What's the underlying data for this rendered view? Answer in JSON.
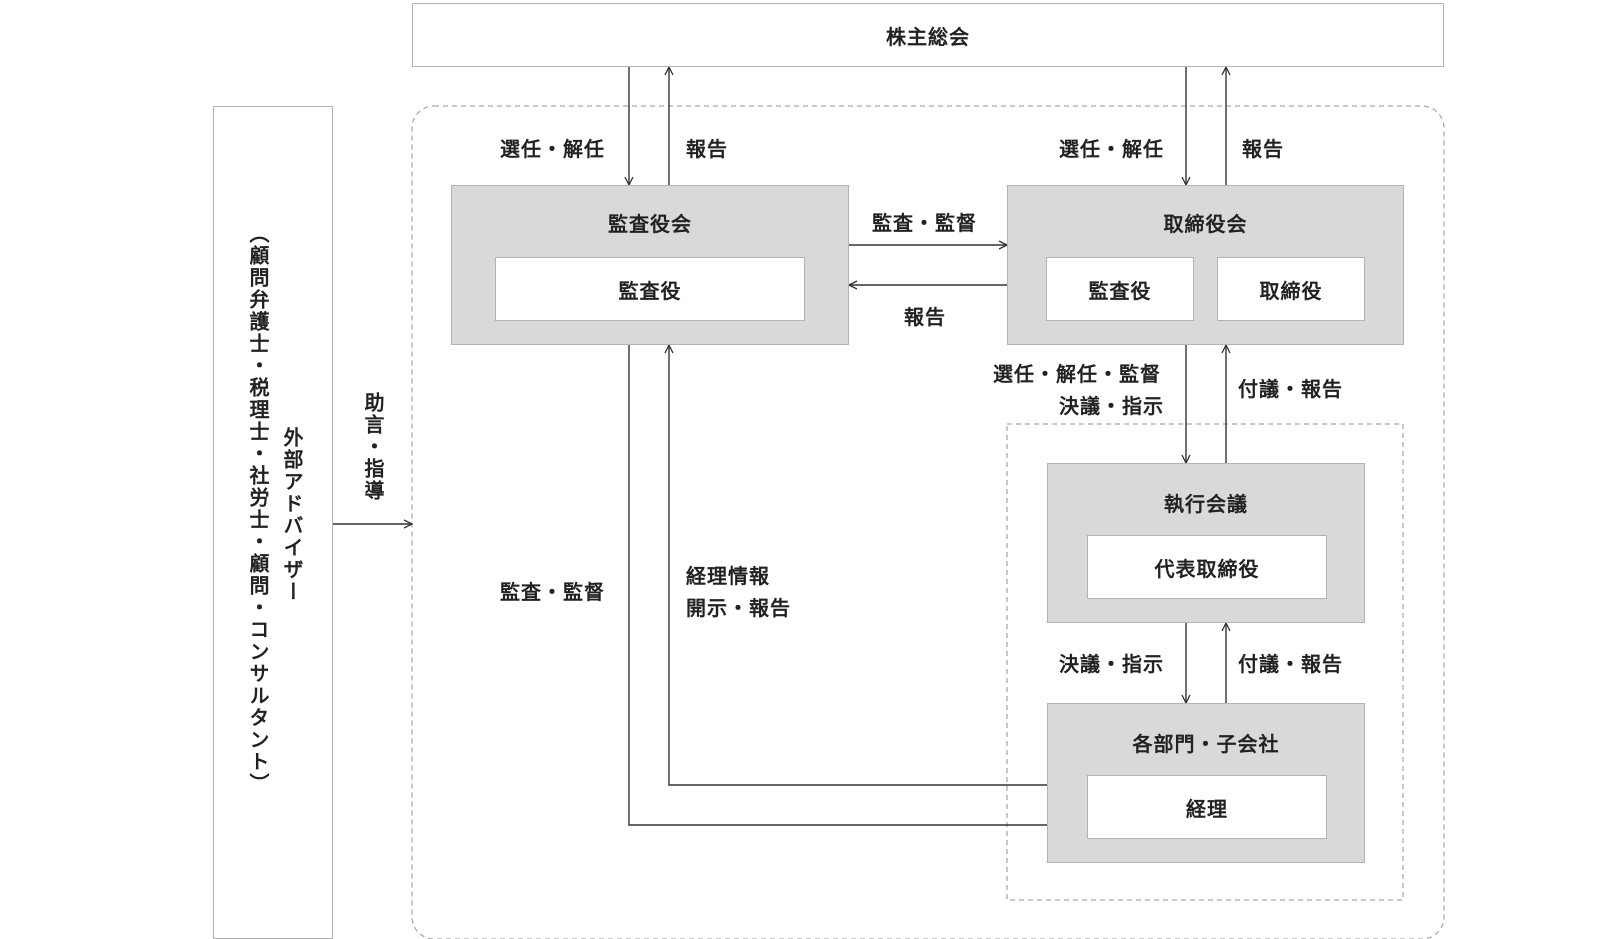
{
  "shareholders_meeting": "株主総会",
  "audit_board": {
    "title": "監査役会",
    "member": "監査役"
  },
  "board_of_directors": {
    "title": "取締役会",
    "member_auditor": "監査役",
    "member_director": "取締役"
  },
  "executive_meeting": {
    "title": "執行会議",
    "member": "代表取締役"
  },
  "departments": {
    "title": "各部門・子会社",
    "member": "経理"
  },
  "external_advisers": {
    "title": "外部アドバイザー",
    "detail": "（顧問弁護士・税理士・社労士・顧問・コンサルタント）"
  },
  "arrow_labels": {
    "appoint_dismiss_left": "選任・解任",
    "report_left": "報告",
    "appoint_dismiss_right": "選任・解任",
    "report_right": "報告",
    "audit_supervise_top": "監査・監督",
    "report_middle": "報告",
    "appoint_line1": "選任・解任・監督",
    "appoint_line2": "決議・指示",
    "propose_report_upper": "付議・報告",
    "resolve_instruct": "決議・指示",
    "propose_report_lower": "付議・報告",
    "audit_supervise_left": "監査・監督",
    "accounting_info_line1": "経理情報",
    "accounting_info_line2": "開示・報告",
    "advice": "助言・指導"
  }
}
